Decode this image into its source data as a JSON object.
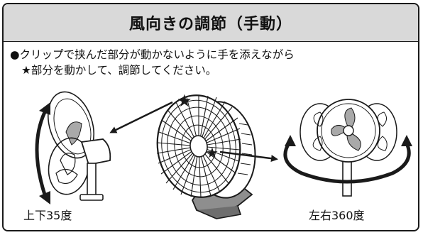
{
  "header": {
    "title": "風向きの調節（手動）"
  },
  "instructions": {
    "bullet": "●",
    "line1": "クリップで挟んだ部分が動かないように手を添えながら",
    "star": "★",
    "line2": "部分を動かして、調節してください。"
  },
  "figures": {
    "left_caption": "上下35度",
    "right_caption": "左右360度",
    "icons": [
      "up-down-arrow-icon",
      "rotation-arrow-icon",
      "star-marker-icon",
      "pointer-arrow-icon"
    ]
  },
  "colors": {
    "title_bar": "#d9d9d9",
    "blade_gray": "#a9a9a9",
    "ink": "#1a1a1a"
  }
}
